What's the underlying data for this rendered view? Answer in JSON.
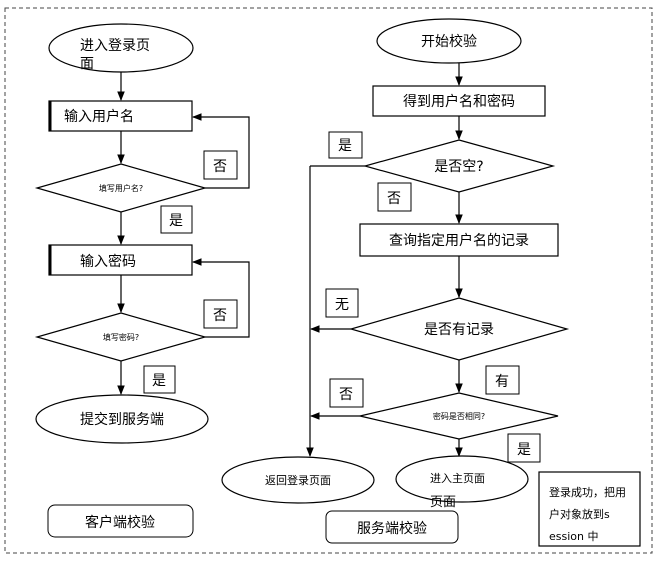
{
  "client": {
    "start": "进入登录页面",
    "input_username": "输入用户名",
    "check_username": "填写用户名?",
    "input_password": "输入密码",
    "check_password": "填写密码?",
    "submit": "提交到服务端",
    "no_label": "否",
    "yes_label": "是",
    "section_label": "客户端校验"
  },
  "server": {
    "start": "开始校验",
    "get_credentials": "得到用户名和密码",
    "check_empty": "是否空?",
    "yes_label": "是",
    "no_label": "否",
    "query_record": "查询指定用户名的记录",
    "check_record": "是否有记录",
    "none_label": "无",
    "has_label": "有",
    "no_match_label": "否",
    "check_password_match": "密码是否相同?",
    "match_yes_label": "是",
    "return_login": "返回登录页面",
    "enter_main": "进入主页面",
    "success_note": "登录成功，把用户对象放到session 中",
    "section_label": "服务端校验"
  }
}
